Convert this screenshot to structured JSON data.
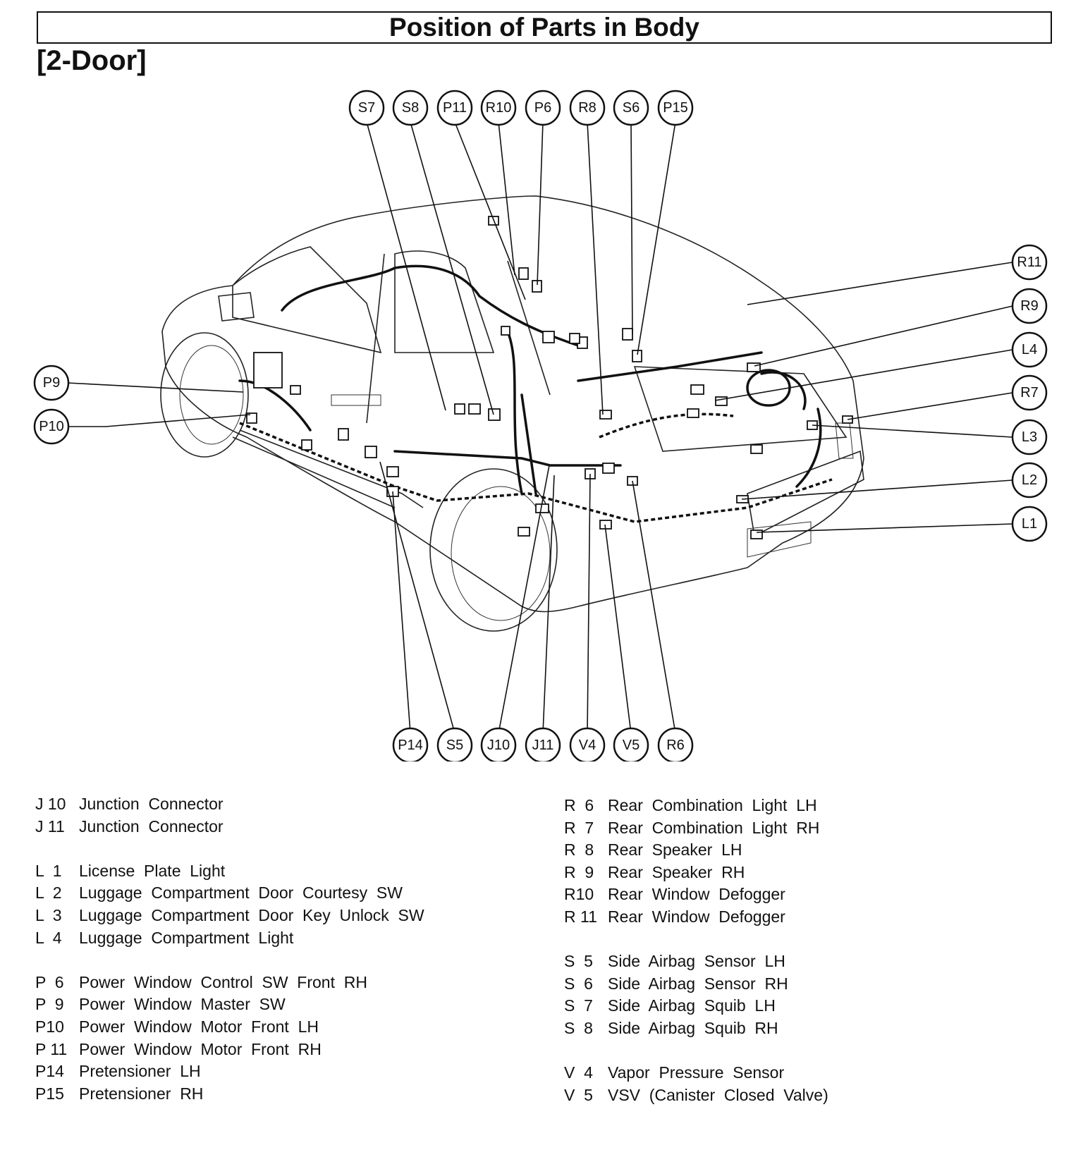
{
  "header": {
    "title": "Position of Parts in Body",
    "subtitle": "[2-Door]"
  },
  "callouts": {
    "top": [
      "S7",
      "S8",
      "P11",
      "R10",
      "P6",
      "R8",
      "S6",
      "P15"
    ],
    "right": [
      "R11",
      "R9",
      "L4",
      "R7",
      "L3",
      "L2",
      "L1"
    ],
    "left": [
      "P9",
      "P10"
    ],
    "bottom": [
      "P14",
      "S5",
      "J10",
      "J11",
      "V4",
      "V5",
      "R6"
    ]
  },
  "legend": {
    "left": [
      {
        "code": "J 10",
        "name": "Junction  Connector"
      },
      {
        "code": "J 11",
        "name": "Junction  Connector"
      },
      {
        "gap": true
      },
      {
        "code": "L  1",
        "name": "License  Plate  Light"
      },
      {
        "code": "L  2",
        "name": "Luggage  Compartment  Door  Courtesy  SW"
      },
      {
        "code": "L  3",
        "name": "Luggage  Compartment  Door  Key  Unlock  SW"
      },
      {
        "code": "L  4",
        "name": "Luggage  Compartment  Light"
      },
      {
        "gap": true
      },
      {
        "code": "P  6",
        "name": "Power  Window  Control  SW  Front  RH"
      },
      {
        "code": "P  9",
        "name": "Power  Window  Master  SW"
      },
      {
        "code": "P10",
        "name": "Power  Window  Motor  Front  LH"
      },
      {
        "code": "P 11",
        "name": "Power  Window  Motor  Front  RH"
      },
      {
        "code": "P14",
        "name": "Pretensioner  LH"
      },
      {
        "code": "P15",
        "name": "Pretensioner  RH"
      }
    ],
    "right": [
      {
        "code": "R  6",
        "name": "Rear  Combination  Light  LH"
      },
      {
        "code": "R  7",
        "name": "Rear  Combination  Light  RH"
      },
      {
        "code": "R  8",
        "name": "Rear  Speaker  LH"
      },
      {
        "code": "R  9",
        "name": "Rear  Speaker  RH"
      },
      {
        "code": "R10",
        "name": "Rear  Window  Defogger"
      },
      {
        "code": "R 11",
        "name": "Rear  Window  Defogger"
      },
      {
        "gap": true
      },
      {
        "code": "S  5",
        "name": "Side  Airbag  Sensor  LH"
      },
      {
        "code": "S  6",
        "name": "Side  Airbag  Sensor  RH"
      },
      {
        "code": "S  7",
        "name": "Side  Airbag  Squib  LH"
      },
      {
        "code": "S  8",
        "name": "Side  Airbag  Squib  RH"
      },
      {
        "gap": true
      },
      {
        "code": "V  4",
        "name": "Vapor  Pressure  Sensor"
      },
      {
        "code": "V  5",
        "name": "VSV  (Canister  Closed  Valve)"
      }
    ]
  }
}
